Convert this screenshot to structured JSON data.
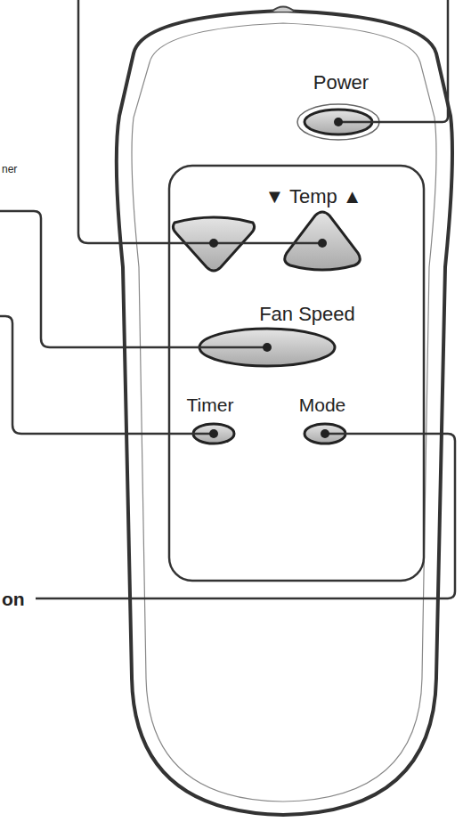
{
  "diagram": {
    "labels": [
      "Power",
      "▼ Temp ▲",
      "Fan Speed",
      "Timer",
      "Mode",
      "ner",
      "on"
    ]
  }
}
